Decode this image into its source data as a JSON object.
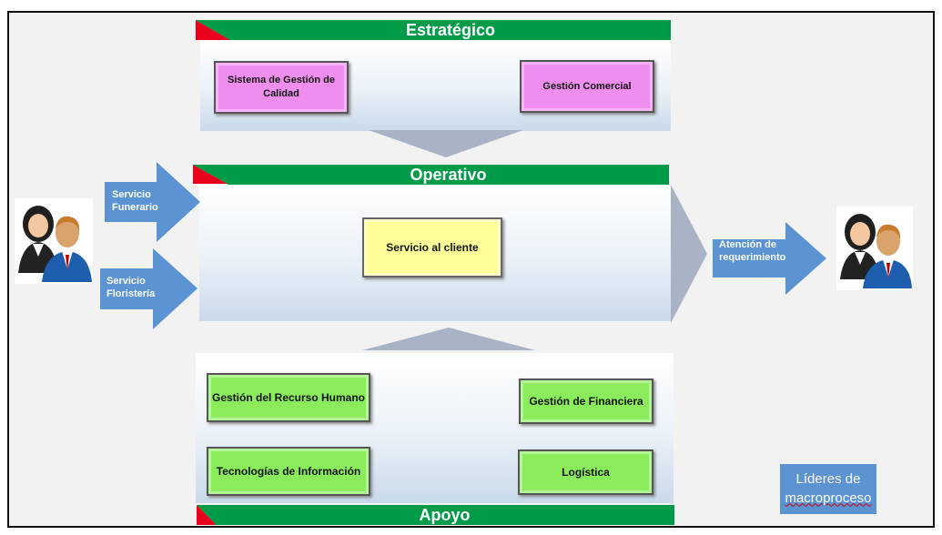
{
  "sections": {
    "strategic": "Estratégico",
    "operative": "Operativo",
    "support": "Apoyo"
  },
  "strategic_boxes": {
    "quality": "Sistema de Gestión de Calidad",
    "commercial": "Gestión Comercial"
  },
  "operative_boxes": {
    "customer_service": "Servicio al cliente"
  },
  "support_boxes": {
    "human_resources": "Gestión del Recurso Humano",
    "financial": "Gestión de Financiera",
    "it": "Tecnologías de Información",
    "logistics": "Logística"
  },
  "inputs": {
    "funeral": "Servicio Funerario",
    "floristry": "Servicio Floristería"
  },
  "output": {
    "label": "Atención de requerimiento"
  },
  "leaders": {
    "line1": "Líderes de",
    "line2": "macroproceso"
  },
  "colors": {
    "header_green": "#009b48",
    "flag_red": "#e8001c",
    "arrow_blue": "#5b93d3",
    "connector_gray": "#a9b3c6",
    "pink_box": "#f08ef0",
    "yellow_box": "#ffff99",
    "green_box": "#8aec5a"
  }
}
